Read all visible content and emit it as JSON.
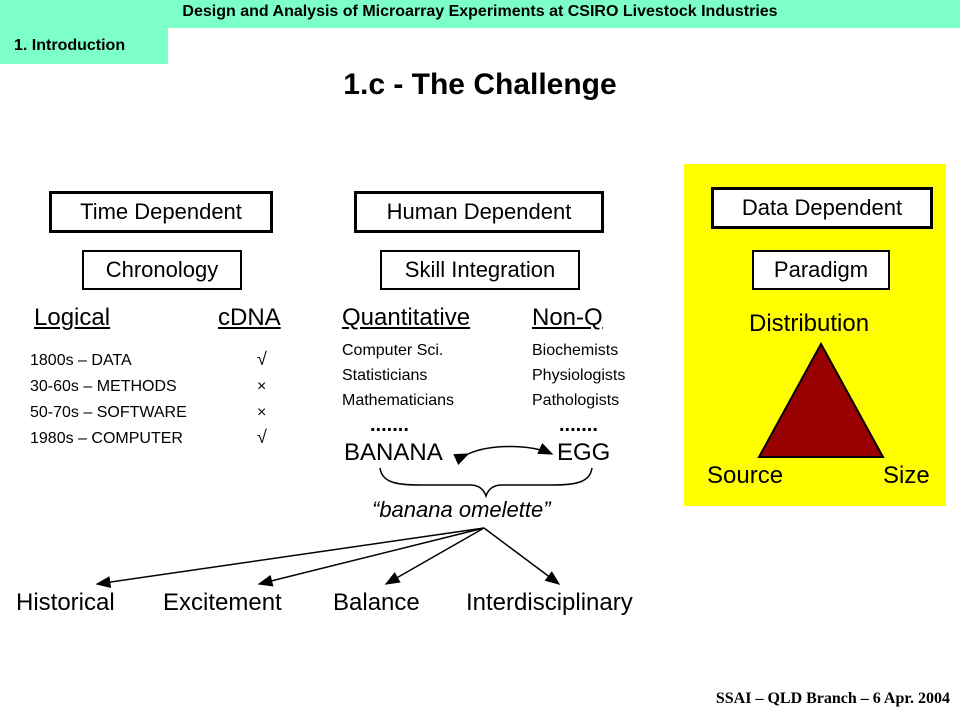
{
  "header": {
    "title": "Design and Analysis of Microarray Experiments at CSIRO Livestock Industries",
    "section": "1. Introduction"
  },
  "slide": {
    "title": "1.c - The Challenge"
  },
  "columns": {
    "time": {
      "box": "Time Dependent",
      "sub": "Chronology",
      "left_label": "Logical",
      "right_label": "cDNA",
      "rows": [
        {
          "label": "1800s  – DATA",
          "mark": "√"
        },
        {
          "label": "30-60s – METHODS",
          "mark": "×"
        },
        {
          "label": "50-70s – SOFTWARE",
          "mark": "×"
        },
        {
          "label": "1980s  – COMPUTER",
          "mark": "√"
        }
      ]
    },
    "human": {
      "box": "Human Dependent",
      "sub": "Skill Integration",
      "quant": {
        "heading": "Quantitative",
        "items": [
          "Computer Sci.",
          "Statisticians",
          "Mathematicians"
        ],
        "dots": ".......",
        "word": "BANANA"
      },
      "nonq": {
        "heading": "Non-Q",
        "items": [
          "Biochemists",
          "Physiologists",
          "Pathologists"
        ],
        "dots": ".......",
        "word": "EGG"
      },
      "result": "“banana omelette”"
    },
    "data": {
      "box": "Data Dependent",
      "sub": "Paradigm",
      "top": "Distribution",
      "left": "Source",
      "right": "Size",
      "triangle_color": "#990000",
      "panel_color": "#ffff00"
    }
  },
  "outcomes": [
    "Historical",
    "Excitement",
    "Balance",
    "Interdisciplinary"
  ],
  "footer": "SSAI – QLD Branch – 6 Apr. 2004",
  "colors": {
    "header": "#7dffc8"
  }
}
